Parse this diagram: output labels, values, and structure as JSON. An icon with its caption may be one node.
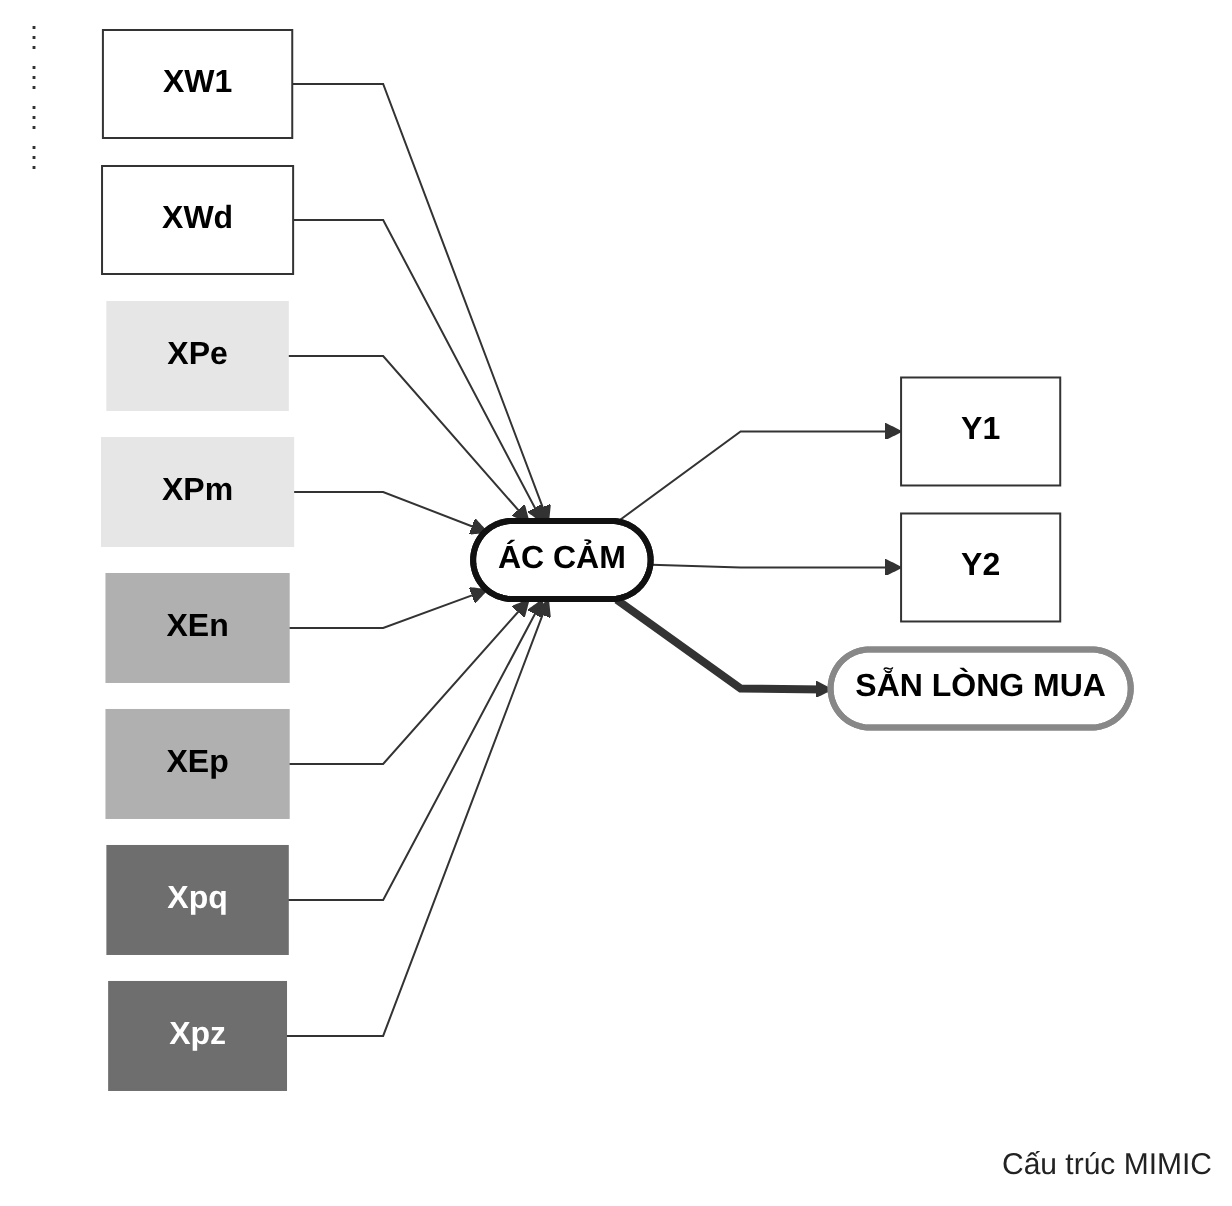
{
  "diagram": {
    "caption": "Cấu trúc MIMIC",
    "nodes": [
      {
        "text": [
          "XW1"
        ]
      },
      {
        "text": [
          "XWd"
        ]
      },
      {
        "text": [
          "XPe"
        ]
      },
      {
        "text": [
          "XPm"
        ]
      },
      {
        "text": [
          "XEn"
        ]
      },
      {
        "text": [
          "XEp"
        ]
      },
      {
        "text": [
          "Xpq"
        ]
      },
      {
        "text": [
          "Xpz"
        ]
      },
      {
        "text": [
          "ÁC CẢM"
        ]
      },
      {
        "text": [
          "Y1"
        ]
      },
      {
        "text": [
          "Y2"
        ]
      },
      {
        "text": [
          "SẴN LÒNG MUA"
        ]
      }
    ],
    "edges": [
      {
        "from": 0,
        "to": 8,
        "arrow": "to"
      },
      {
        "from": 1,
        "to": 8,
        "arrow": "to"
      },
      {
        "from": 2,
        "to": 8,
        "arrow": "to"
      },
      {
        "from": 3,
        "to": 8,
        "arrow": "to"
      },
      {
        "from": 4,
        "to": 8,
        "arrow": "to"
      },
      {
        "from": 5,
        "to": 8,
        "arrow": "to"
      },
      {
        "from": 6,
        "to": 8,
        "arrow": "to"
      },
      {
        "from": 7,
        "to": 8,
        "arrow": "to"
      },
      {
        "from": 8,
        "to": 9,
        "arrow": "to"
      },
      {
        "from": 8,
        "to": 10,
        "arrow": "to"
      },
      {
        "from": 8,
        "to": 11,
        "arrow": "to",
        "style": "thick"
      }
    ],
    "labels": [
      "⋮",
      "⋮",
      "⋮",
      "⋮"
    ]
  }
}
